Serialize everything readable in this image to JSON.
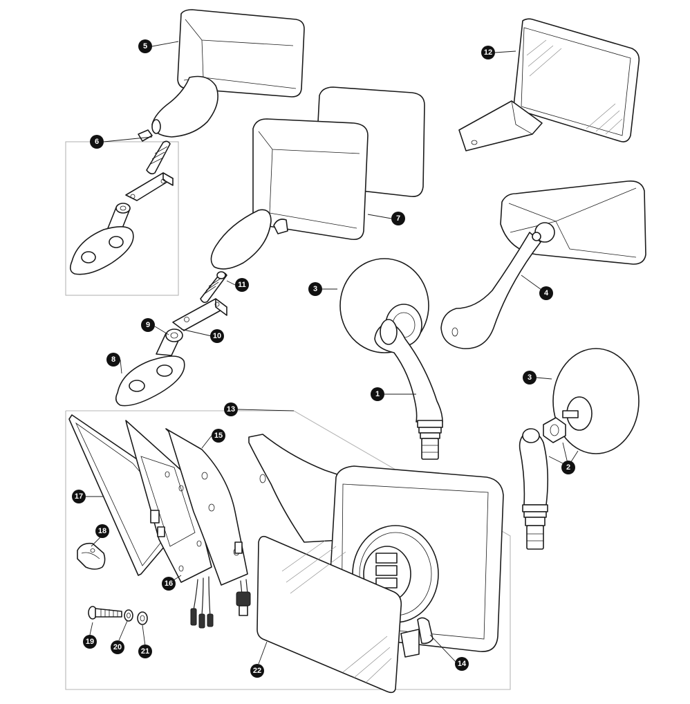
{
  "callouts": [
    {
      "id": "c1",
      "label": "1"
    },
    {
      "id": "c2",
      "label": "2"
    },
    {
      "id": "c3a",
      "label": "3"
    },
    {
      "id": "c3b",
      "label": "3"
    },
    {
      "id": "c4",
      "label": "4"
    },
    {
      "id": "c5",
      "label": "5"
    },
    {
      "id": "c6",
      "label": "6"
    },
    {
      "id": "c7",
      "label": "7"
    },
    {
      "id": "c8",
      "label": "8"
    },
    {
      "id": "c9",
      "label": "9"
    },
    {
      "id": "c10",
      "label": "10"
    },
    {
      "id": "c11",
      "label": "11"
    },
    {
      "id": "c12",
      "label": "12"
    },
    {
      "id": "c13",
      "label": "13"
    },
    {
      "id": "c14",
      "label": "14"
    },
    {
      "id": "c15",
      "label": "15"
    },
    {
      "id": "c16",
      "label": "16"
    },
    {
      "id": "c17",
      "label": "17"
    },
    {
      "id": "c18",
      "label": "18"
    },
    {
      "id": "c19",
      "label": "19"
    },
    {
      "id": "c20",
      "label": "20"
    },
    {
      "id": "c21",
      "label": "21"
    },
    {
      "id": "c22",
      "label": "22"
    }
  ]
}
